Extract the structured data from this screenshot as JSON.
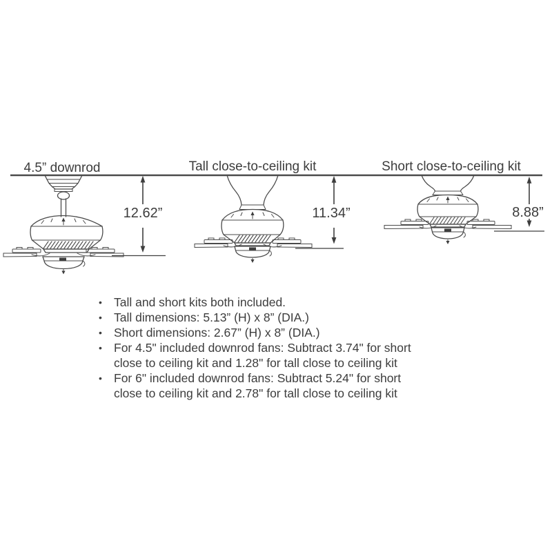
{
  "diagram": {
    "variants": [
      {
        "id": "downrod-4-5",
        "label": "4.5” downrod",
        "height": "12.62”"
      },
      {
        "id": "tall-kit",
        "label": "Tall close-to-ceiling kit",
        "height": "11.34”"
      },
      {
        "id": "short-kit",
        "label": "Short close-to-ceiling kit",
        "height": "8.88”"
      }
    ]
  },
  "notes": {
    "bullet_char": "•",
    "bullets": [
      {
        "text": "Tall and short kits both included."
      },
      {
        "text": "Tall dimensions: 5.13” (H) x 8” (DIA.)"
      },
      {
        "text": "Short dimensions: 2.67” (H) x 8” (DIA.)"
      },
      {
        "text": "For 4.5\" included downrod fans:  Subtract 3.74\" for short\nclose to ceiling kit and 1.28\" for tall close to ceiling kit"
      },
      {
        "text": "For 6\" included downrod fans:  Subtract 5.24\" for short\nclose to ceiling kit and 2.78\" for tall close to ceiling kit"
      }
    ]
  },
  "colors": {
    "line": "#4a4a4a",
    "text": "#3d3d3d",
    "background": "#ffffff"
  }
}
